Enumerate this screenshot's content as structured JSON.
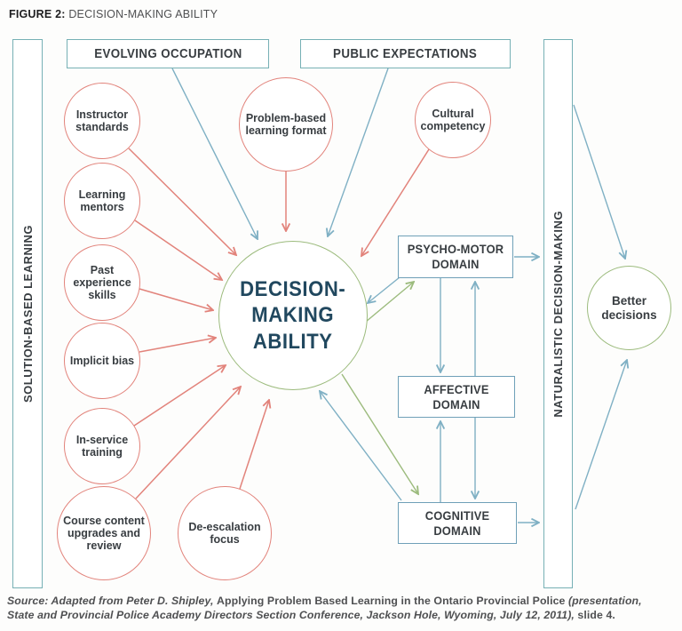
{
  "figure": {
    "label": "FIGURE 2:",
    "title": "DECISION-MAKING ABILITY"
  },
  "left_bar": {
    "label": "SOLUTION-BASED LEARNING"
  },
  "right_bar": {
    "label": "NATURALISTIC DECISION-MAKING"
  },
  "top_boxes": {
    "evolving": "EVOLVING OCCUPATION",
    "public": "PUBLIC EXPECTATIONS"
  },
  "factors": {
    "instructor": "Instructor standards",
    "mentors": "Learning mentors",
    "experience": "Past experience skills",
    "bias": "Implicit bias",
    "inservice": "In-service training",
    "course": "Course content upgrades and review",
    "problem": "Problem-based learning format",
    "cultural": "Cultural competency",
    "deescalation": "De-escalation focus"
  },
  "center": {
    "lines": [
      "DECISION-",
      "MAKING",
      "ABILITY"
    ]
  },
  "domains": {
    "psychomotor": "PSYCHO-MOTOR DOMAIN",
    "affective": "AFFECTIVE DOMAIN",
    "cognitive": "COGNITIVE DOMAIN"
  },
  "outcome": {
    "label": "Better decisions"
  },
  "source": {
    "seg1": "Source: Adapted from Peter D. Shipley, ",
    "seg2": "Applying Problem Based Learning in the Ontario Provincial Police ",
    "seg3": "(presentation, State and Provincial Police Academy Directors Section Conference, Jackson Hole, Wyoming, July 12, 2011), ",
    "seg4": "slide 4."
  },
  "colors": {
    "red": "#e2837b",
    "blue": "#7fb0c4",
    "green": "#9cbb7d",
    "teal": "#76b0b5",
    "steel": "#6fa0b8",
    "navy": "#21485f",
    "ink": "#383d41"
  }
}
